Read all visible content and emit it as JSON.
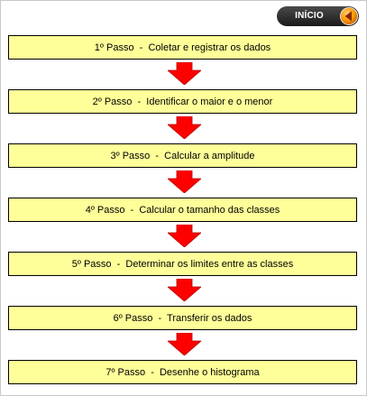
{
  "header": {
    "home_label": "INÍCIO"
  },
  "steps": [
    {
      "label": "1º Passo  -  Coletar e registrar os dados"
    },
    {
      "label": "2º Passo  -  Identificar o maior e o menor"
    },
    {
      "label": "3º Passo  -  Calcular a amplitude"
    },
    {
      "label": "4º Passo  -  Calcular o tamanho das classes"
    },
    {
      "label": "5º Passo  -  Determinar os limites entre as classes"
    },
    {
      "label": "6º Passo  -  Transferir os dados"
    },
    {
      "label": "7º Passo  -  Desenhe o histograma"
    }
  ],
  "colors": {
    "step_background": "#ffff99",
    "arrow": "#ff0000",
    "home_icon": "#ff9900"
  },
  "icons": {
    "home": "left-triangle-icon",
    "connector": "down-arrow-icon"
  }
}
